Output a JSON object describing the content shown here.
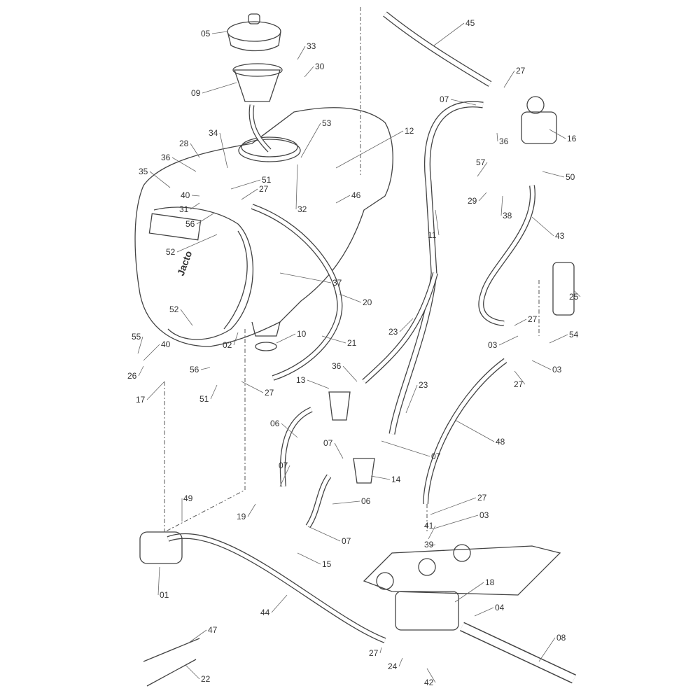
{
  "diagram": {
    "type": "exploded parts diagram",
    "logo_text": "Jacto",
    "colors": {
      "line": "#444444",
      "label": "#333333",
      "background": "#ffffff"
    },
    "callouts": [
      "05",
      "33",
      "30",
      "09",
      "45",
      "27",
      "07",
      "16",
      "12",
      "53",
      "34",
      "28",
      "36",
      "35",
      "51",
      "27",
      "40",
      "31",
      "32",
      "46",
      "56",
      "36",
      "57",
      "50",
      "29",
      "38",
      "43",
      "11",
      "52",
      "37",
      "20",
      "25",
      "52",
      "10",
      "21",
      "02",
      "55",
      "40",
      "26",
      "56",
      "27",
      "23",
      "03",
      "54",
      "03",
      "27",
      "36",
      "13",
      "23",
      "51",
      "27",
      "17",
      "06",
      "07",
      "07",
      "14",
      "48",
      "07",
      "49",
      "19",
      "06",
      "27",
      "41",
      "03",
      "39",
      "07",
      "15",
      "18",
      "01",
      "44",
      "04",
      "08",
      "47",
      "27",
      "24",
      "42",
      "22"
    ]
  }
}
